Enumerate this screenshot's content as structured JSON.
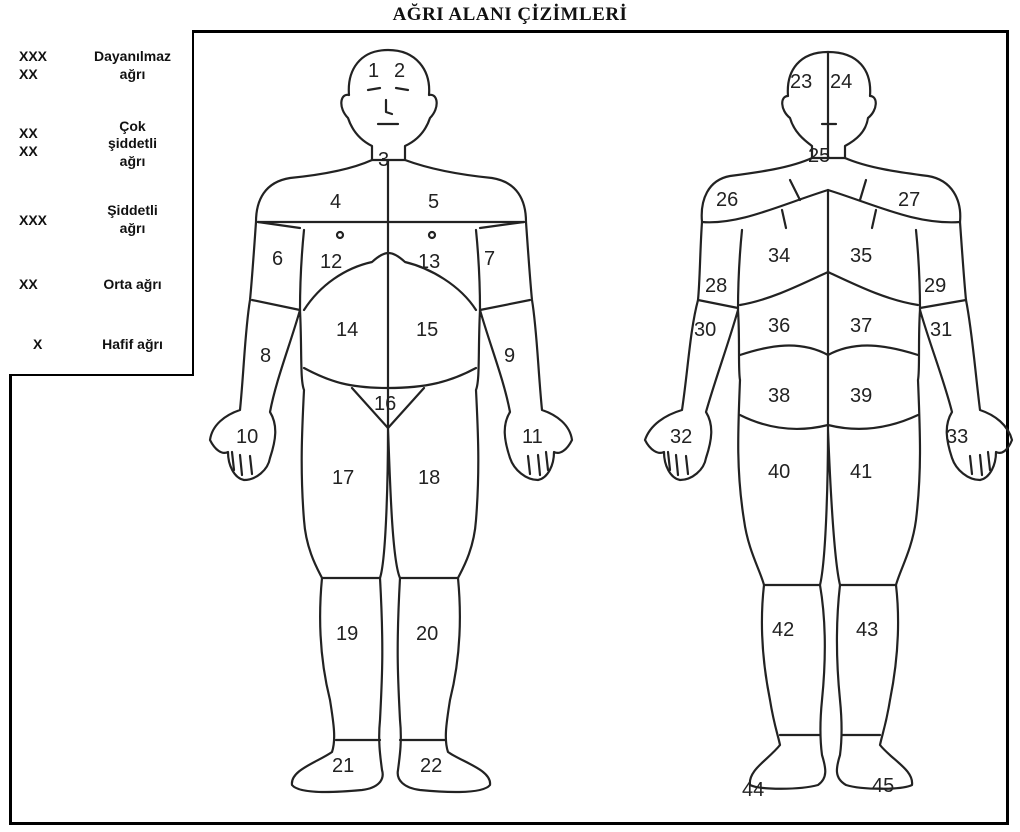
{
  "title": "AĞRI ALANI ÇİZİMLERİ",
  "legend": [
    {
      "codes": [
        "XXX",
        "XX"
      ],
      "label_lines": [
        "Dayanılmaz",
        "ağrı"
      ]
    },
    {
      "codes": [
        "XX",
        "XX"
      ],
      "label_lines": [
        "Çok",
        "şiddetli",
        "ağrı"
      ]
    },
    {
      "codes": [
        "XXX"
      ],
      "label_lines": [
        "Şiddetli",
        "ağrı"
      ]
    },
    {
      "codes": [
        "XX"
      ],
      "label_lines": [
        "Orta ağrı"
      ]
    },
    {
      "codes": [
        "X"
      ],
      "label_lines": [
        "Hafif ağrı"
      ]
    }
  ],
  "front_regions": [
    "1",
    "2",
    "3",
    "4",
    "5",
    "6",
    "7",
    "8",
    "9",
    "10",
    "11",
    "12",
    "13",
    "14",
    "15",
    "16",
    "17",
    "18",
    "19",
    "20",
    "21",
    "22"
  ],
  "back_regions": [
    "23",
    "24",
    "25",
    "26",
    "27",
    "28",
    "29",
    "30",
    "31",
    "32",
    "33",
    "34",
    "35",
    "36",
    "37",
    "38",
    "39",
    "40",
    "41",
    "42",
    "43",
    "44",
    "45"
  ]
}
